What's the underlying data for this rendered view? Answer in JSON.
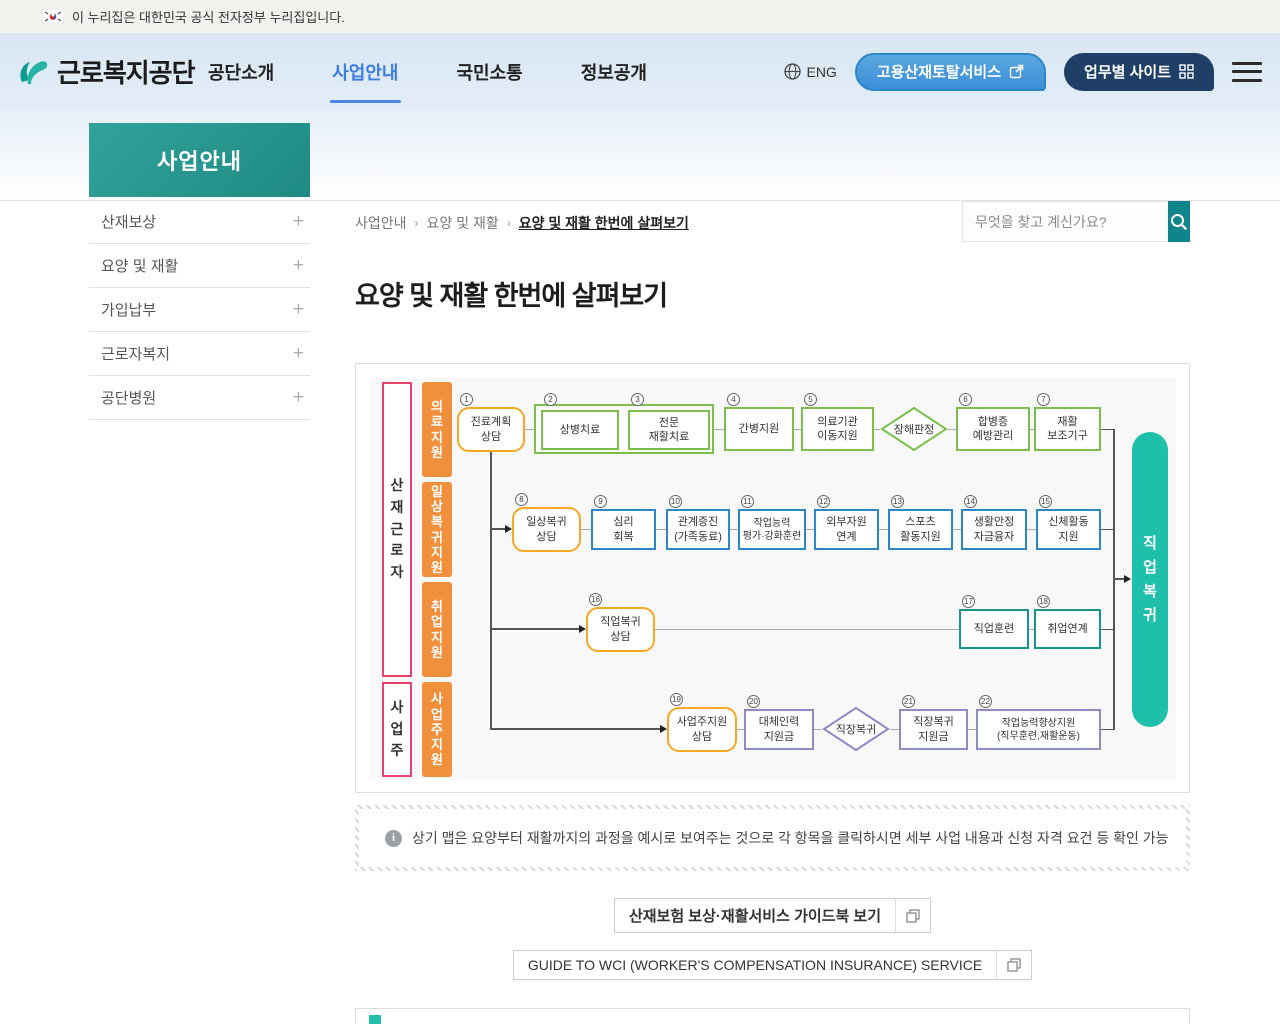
{
  "banner": {
    "text": "이 누리집은 대한민국 공식 전자정부 누리집입니다."
  },
  "header": {
    "logo": "근로복지공단",
    "nav": [
      {
        "label": "공단소개"
      },
      {
        "label": "사업안내"
      },
      {
        "label": "국민소통"
      },
      {
        "label": "정보공개"
      }
    ],
    "lang": "ENG",
    "total_service": "고용산재토탈서비스",
    "site_by_work": "업무별 사이트"
  },
  "sidebar": {
    "title": "사업안내",
    "expand_symbol": "+",
    "items": [
      {
        "label": "산재보상"
      },
      {
        "label": "요양 및 재활"
      },
      {
        "label": "가입납부"
      },
      {
        "label": "근로자복지"
      },
      {
        "label": "공단병원"
      }
    ]
  },
  "breadcrumb": {
    "separator": "›",
    "items": [
      "사업안내",
      "요양 및 재활",
      "요양 및 재활 한번에 살펴보기"
    ]
  },
  "search": {
    "placeholder": "무엇을 찾고 계신가요?"
  },
  "page": {
    "title": "요양 및 재활 한번에 살펴보기"
  },
  "flowchart": {
    "actors": [
      {
        "label": "산재근로자"
      },
      {
        "label": "사업주"
      }
    ],
    "lanes": [
      {
        "label": "의료지원"
      },
      {
        "label": "일상복귀지원"
      },
      {
        "label": "취업지원"
      },
      {
        "label": "사업주지원"
      }
    ],
    "goal": {
      "label": "직업복귀"
    },
    "decisions": [
      {
        "label": "장해판정"
      },
      {
        "label": "직장복귀"
      }
    ],
    "nodes": [
      {
        "num": "1",
        "label": "진료계획\n상담"
      },
      {
        "num": "2",
        "label": "상병치료"
      },
      {
        "num": "3",
        "label": "전문\n재활치료"
      },
      {
        "num": "4",
        "label": "간병지원"
      },
      {
        "num": "5",
        "label": "의료기관\n이동지원"
      },
      {
        "num": "6",
        "label": "합병증\n예방관리"
      },
      {
        "num": "7",
        "label": "재활\n보조기구"
      },
      {
        "num": "8",
        "label": "일상복귀\n상담"
      },
      {
        "num": "9",
        "label": "심리\n회복"
      },
      {
        "num": "10",
        "label": "관계증진\n(가족동료)"
      },
      {
        "num": "11",
        "label": "작업능력\n평가·강화훈련"
      },
      {
        "num": "12",
        "label": "외부자원\n연계"
      },
      {
        "num": "13",
        "label": "스포츠\n활동지원"
      },
      {
        "num": "14",
        "label": "생활안정\n자금융자"
      },
      {
        "num": "15",
        "label": "신체활동\n지원"
      },
      {
        "num": "16",
        "label": "직업복귀\n상담"
      },
      {
        "num": "17",
        "label": "직업훈련"
      },
      {
        "num": "18",
        "label": "취업연계"
      },
      {
        "num": "19",
        "label": "사업주지원\n상담"
      },
      {
        "num": "20",
        "label": "대체인력\n지원금"
      },
      {
        "num": "21",
        "label": "직장복귀\n지원금"
      },
      {
        "num": "22",
        "label": "작업능력향상지원\n(직무훈련,재활운동)"
      }
    ]
  },
  "note": {
    "text": "상기 맵은 요양부터 재활까지의 과정을 예시로 보여주는 것으로 각 항목을 클릭하시면 세부 사업 내용과 신청 자격 요건 등 확인 가능"
  },
  "links": {
    "guidebook_kr": "산재보험 보상·재활서비스 가이드북 보기",
    "guidebook_en": "GUIDE TO WCI (WORKER'S COMPENSATION INSURANCE) SERVICE"
  },
  "colors": {
    "accent_teal": "#0f848b",
    "goal_teal": "#1fc0ab",
    "medical_green": "#7cbf4d",
    "daily_blue": "#2b87c8",
    "job_teal": "#18948a",
    "employer_purple": "#8d8bc5",
    "lane_orange": "#f08f3c",
    "consult_orange": "#f6a723",
    "actor_red": "#e8426c",
    "nav_active": "#3e7de0"
  }
}
